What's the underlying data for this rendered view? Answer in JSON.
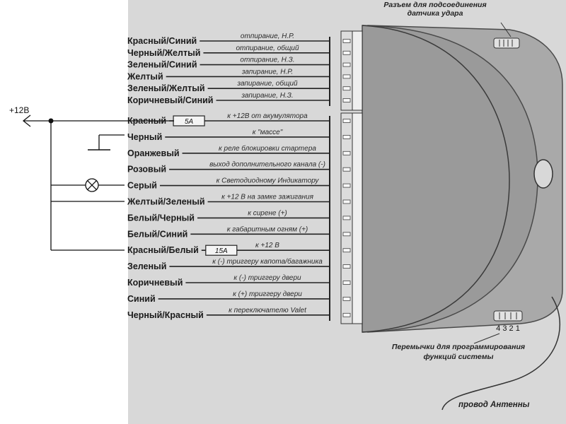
{
  "supply_label": "+12В",
  "annotations": {
    "shock_sensor": [
      "Разъем для подсоединения",
      "датчика удара"
    ],
    "jumpers": [
      "Перемычки для программирования",
      "функций системы"
    ],
    "jumper_numbers": "4 3 2 1",
    "antenna": "провод Антенны"
  },
  "upper_wires": [
    {
      "color": "Красный/Синий",
      "function": "отпирание, Н.Р."
    },
    {
      "color": "Черный/Желтый",
      "function": "отпирание, общий"
    },
    {
      "color": "Зеленый/Синий",
      "function": "отпирание, Н.З."
    },
    {
      "color": "Желтый",
      "function": "запирание, Н.Р."
    },
    {
      "color": "Зеленый/Желтый",
      "function": "запирание, общий"
    },
    {
      "color": "Коричневый/Синий",
      "function": "запирание, Н.З."
    }
  ],
  "lower_wires": [
    {
      "color": "Красный",
      "function": "к +12В от акумулятора",
      "fuse": "5А"
    },
    {
      "color": "Черный",
      "function": "к \"массе\""
    },
    {
      "color": "Оранжевый",
      "function": "к реле блокировки стартера"
    },
    {
      "color": "Розовый",
      "function": "выход дополнительного канала (-)"
    },
    {
      "color": "Серый",
      "function": "к Светодиодному Индикатору"
    },
    {
      "color": "Желтый/Зеленый",
      "function": "к +12 В на замке зажигания"
    },
    {
      "color": "Белый/Черный",
      "function": "к сирене (+)"
    },
    {
      "color": "Белый/Синий",
      "function": "к габаритным огням (+)"
    },
    {
      "color": "Красный/Белый",
      "function": "к +12 В",
      "fuse": "15А"
    },
    {
      "color": "Зеленый",
      "function": "к (-) триггеру капота/багажника"
    },
    {
      "color": "Коричневый",
      "function": "к (-) триггеру двери"
    },
    {
      "color": "Синий",
      "function": "к (+) триггеру двери"
    },
    {
      "color": "Черный/Красный",
      "function": "к переключателю Valet"
    }
  ]
}
